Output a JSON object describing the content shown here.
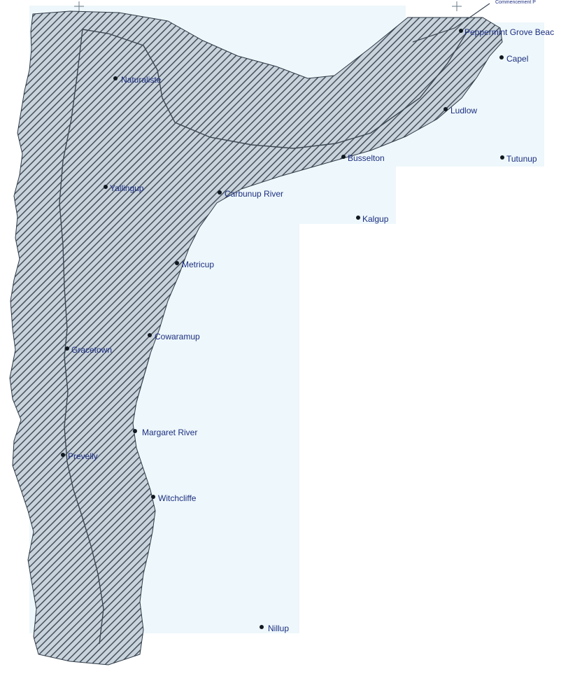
{
  "map": {
    "background_color": "#eef7fb",
    "hatch_color": "#45505c",
    "label_color": "#1c2f80",
    "corner_label": "Commencement P",
    "places": [
      {
        "id": "peppermint-grove-beach",
        "label": "Peppermint Grove Beac"
      },
      {
        "id": "capel",
        "label": "Capel"
      },
      {
        "id": "naturaliste",
        "label": "Naturaliste"
      },
      {
        "id": "ludlow",
        "label": "Ludlow"
      },
      {
        "id": "busselton",
        "label": "Busselton"
      },
      {
        "id": "tutunup",
        "label": "Tutunup"
      },
      {
        "id": "yallingup",
        "label": "Yallingup"
      },
      {
        "id": "carbunup-river",
        "label": "Carbunup River"
      },
      {
        "id": "kalgup",
        "label": "Kalgup"
      },
      {
        "id": "metricup",
        "label": "Metricup"
      },
      {
        "id": "cowaramup",
        "label": "Cowaramup"
      },
      {
        "id": "gracetown",
        "label": "Gracetown"
      },
      {
        "id": "margaret-river",
        "label": "Margaret River"
      },
      {
        "id": "prevelly",
        "label": "Prevelly"
      },
      {
        "id": "witchcliffe",
        "label": "Witchcliffe"
      },
      {
        "id": "nillup",
        "label": "Nillup"
      }
    ]
  }
}
